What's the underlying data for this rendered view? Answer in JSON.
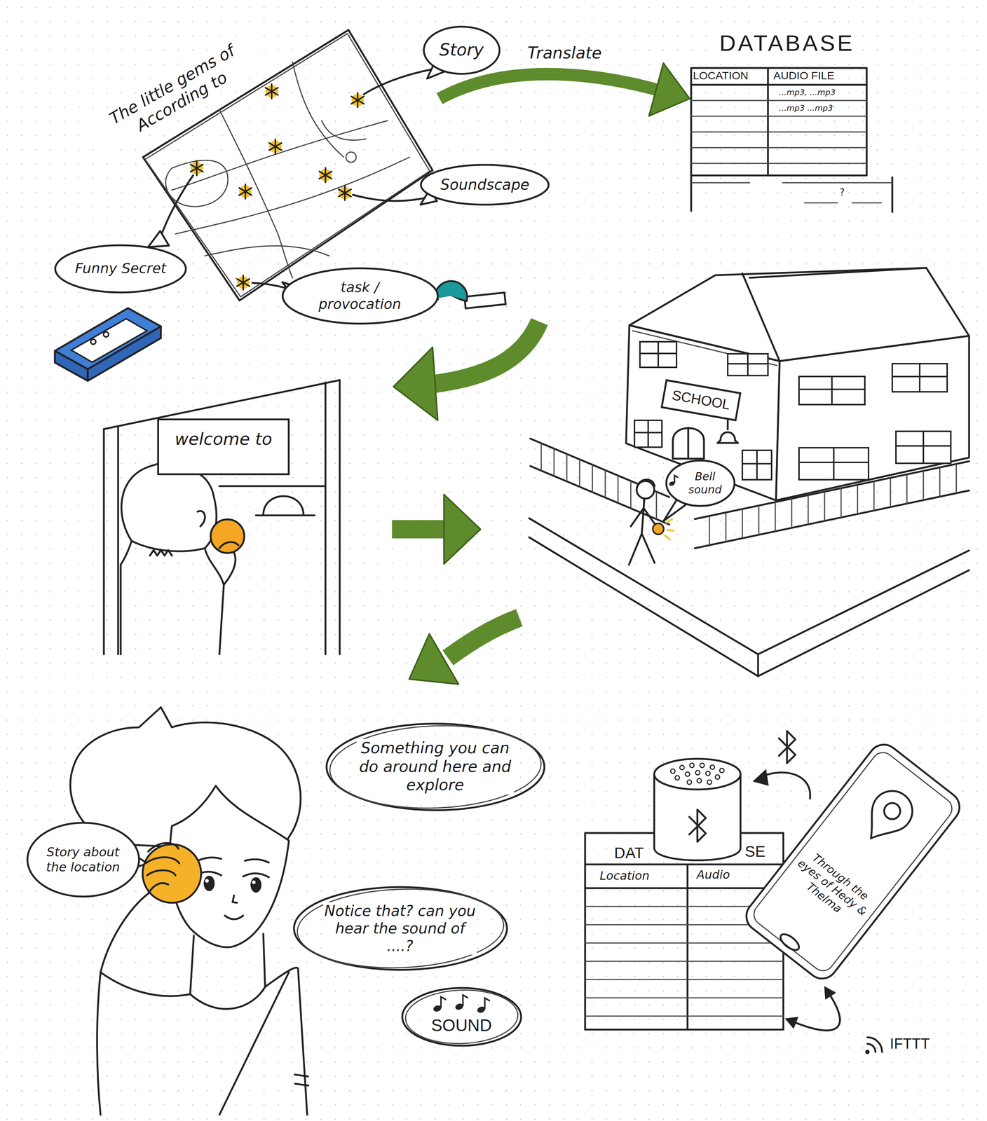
{
  "diagram": {
    "nodes": [
      {
        "text": [
          "The little gems of According to"
        ]
      },
      {
        "text": [
          "Story"
        ]
      },
      {
        "text": [
          "DATABASE"
        ]
      },
      {
        "text": [
          "Soundscape"
        ]
      },
      {
        "text": [
          "Funny Secret"
        ]
      },
      {
        "text": [
          "task / provocation"
        ]
      },
      {
        "text": [
          "welcome to"
        ]
      },
      {
        "text": [
          "SCHOOL"
        ]
      },
      {
        "text": [
          "Bell sound"
        ]
      },
      {
        "text": [
          "Something you can do around here and explore"
        ]
      },
      {
        "text": [
          "Story about the location"
        ]
      },
      {
        "text": [
          "Notice that? can you hear the sound of ....?"
        ]
      },
      {
        "text": [
          "SOUND"
        ]
      },
      {
        "text": [
          "DAT",
          "SE"
        ]
      },
      {
        "text": [
          "Through the eyes of Hedy & Thelma"
        ]
      }
    ],
    "edges": [
      {
        "from": 0,
        "to": 2,
        "label": "Translate",
        "arrow": "to"
      },
      {
        "from": 14,
        "to": 13,
        "label": "IFTTT",
        "arrow": "both"
      }
    ],
    "labels": [
      "LOCATION",
      "AUDIO FILE",
      "...mp3, ...mp3",
      "...mp3 ...mp3",
      "?",
      "Location",
      "Audio"
    ]
  }
}
